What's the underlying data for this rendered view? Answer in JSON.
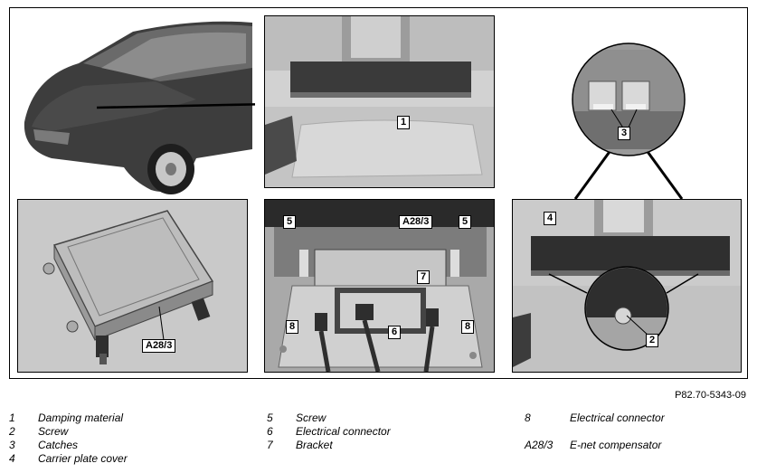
{
  "figure": {
    "reference": "P82.70-5343-09",
    "callouts": {
      "damping_material": "1",
      "catches": "3",
      "carrier_plate_cover": "4",
      "screw_left": "5",
      "screw_right": "5",
      "screw_bottom": "2",
      "module_top": "A28/3",
      "module_left": "A28/3",
      "bracket": "7",
      "electrical_connector_6": "6",
      "electrical_connector_left": "8",
      "electrical_connector_right": "8"
    }
  },
  "legend": {
    "columns": [
      [
        {
          "num": "1",
          "text": "Damping material"
        },
        {
          "num": "2",
          "text": "Screw"
        },
        {
          "num": "3",
          "text": "Catches"
        },
        {
          "num": "4",
          "text": "Carrier plate cover"
        }
      ],
      [
        {
          "num": "5",
          "text": "Screw"
        },
        {
          "num": "6",
          "text": "Electrical connector"
        },
        {
          "num": "7",
          "text": "Bracket"
        }
      ],
      [
        {
          "num": "8",
          "text": "Electrical connector"
        },
        {
          "num": "",
          "text": ""
        },
        {
          "num": "A28/3",
          "text": "E-net compensator"
        }
      ]
    ]
  },
  "colors": {
    "photo_light": "#cfcfcf",
    "photo_mid": "#9a9a9a",
    "photo_dark": "#2b2b2b",
    "car_body": "#3a3a3a"
  }
}
